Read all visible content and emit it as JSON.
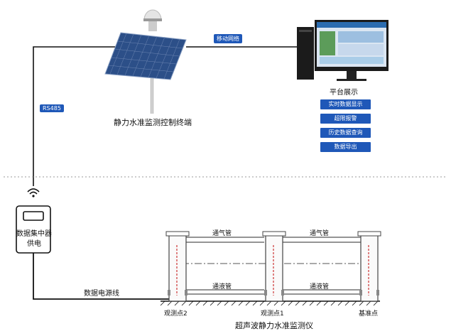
{
  "upper": {
    "controller_label": "静力水准监测控制终端",
    "rs485_tag": "RS485",
    "mobile_net_tag": "移动网络",
    "platform_title": "平台展示",
    "features": [
      "实时数据显示",
      "超限报警",
      "历史数据查询",
      "数据导出"
    ]
  },
  "lower": {
    "collector_label_line1": "数据集中器",
    "collector_label_line2": "供电",
    "cable_label": "数据电源线",
    "gas_pipe_label": "通气管",
    "liquid_pipe_label": "通液管",
    "points": [
      "观测点2",
      "观测点1",
      "基准点"
    ],
    "instrument_title": "超声波静力水准监测仪"
  },
  "colors": {
    "accent": "#1f58b8",
    "line": "#111111",
    "pipe": "#666666",
    "sensor_red": "#cc3333"
  }
}
